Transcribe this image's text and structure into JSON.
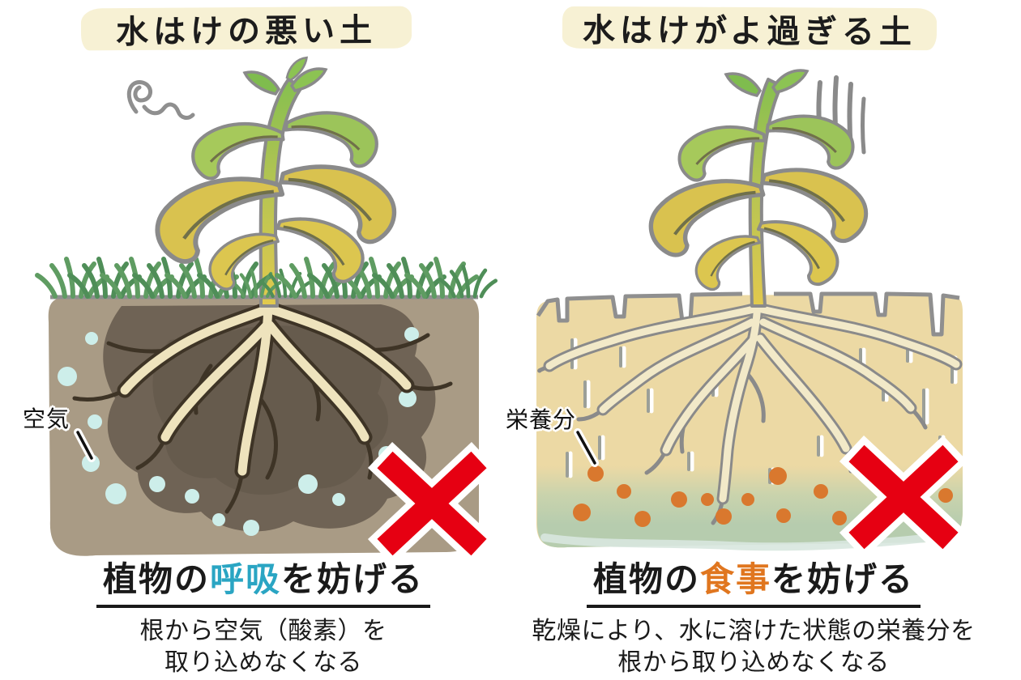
{
  "left_panel": {
    "title": "水はけの悪い土",
    "soil_label": "空気",
    "heading_prefix": "植物の",
    "heading_highlight": "呼吸",
    "heading_suffix": "を妨げる",
    "highlight_color": "#2aa5c3",
    "description_line1": "根から空気（酸素）を",
    "description_line2": "取り込めなくなる"
  },
  "right_panel": {
    "title": "水はけがよ過ぎる土",
    "soil_label": "栄養分",
    "heading_prefix": "植物の",
    "heading_highlight": "食事",
    "heading_suffix": "を妨げる",
    "highlight_color": "#e0761f",
    "description_line1": "乾燥により、水に溶けた状態の栄養分を",
    "description_line2": "根から取り込めなくなる"
  },
  "icons": {
    "x_mark": "✕"
  },
  "colors": {
    "banner_background": "#f7f1d4",
    "text": "#1a1a1a",
    "x_mark_red": "#e60012",
    "air_bubble": "#cdeeea",
    "nutrient_dot": "#d9782e",
    "wet_patch_dark": "#6f6355",
    "left_soil_brown": "#a99b85",
    "right_soil_tan": "#ecd9a4",
    "wet_layer_green": "#b9cdb0"
  }
}
